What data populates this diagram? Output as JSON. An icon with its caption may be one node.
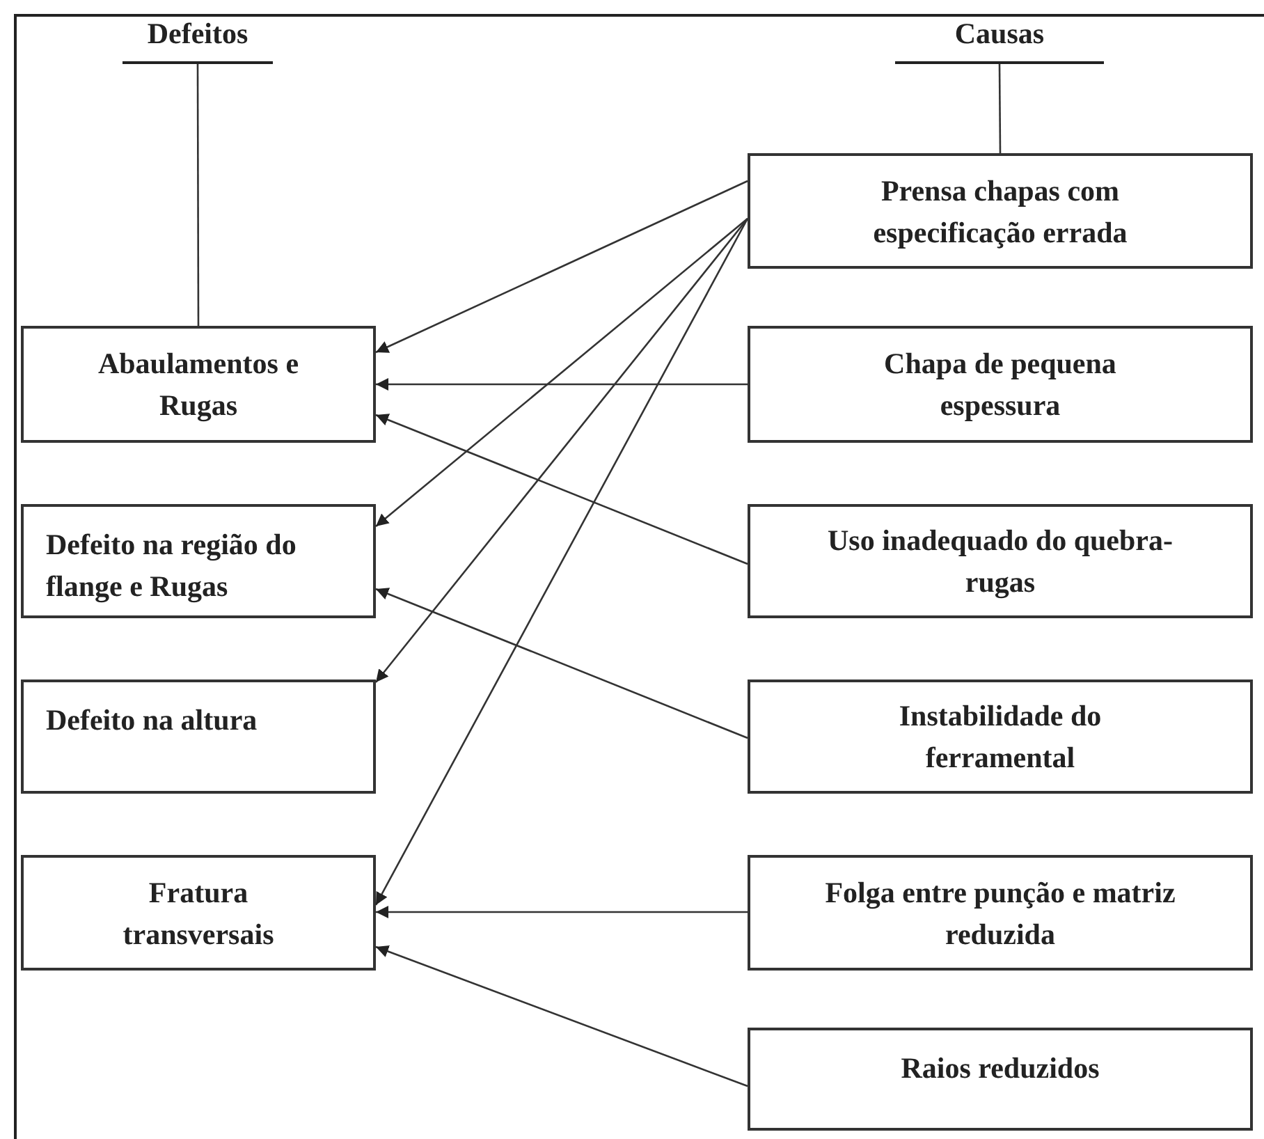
{
  "diagram": {
    "nodes": [
      {
        "text": [
          "Defeitos"
        ]
      },
      {
        "text": [
          "Causas"
        ]
      },
      {
        "text": [
          "Abaulamentos e Rugas"
        ]
      },
      {
        "text": [
          "Defeito na região do flange e Rugas"
        ]
      },
      {
        "text": [
          "Defeito na altura"
        ]
      },
      {
        "text": [
          "Fratura transversais"
        ]
      },
      {
        "text": [
          "Prensa chapas com especificação errada"
        ]
      },
      {
        "text": [
          "Chapa de pequena espessura"
        ]
      },
      {
        "text": [
          "Uso inadequado do quebra-rugas"
        ]
      },
      {
        "text": [
          "Instabilidade do ferramental"
        ]
      },
      {
        "text": [
          "Folga entre punção e matriz reduzida"
        ]
      },
      {
        "text": [
          "Raios reduzidos"
        ]
      }
    ],
    "edges": [
      {
        "from": 0,
        "to": 2,
        "arrow": "none"
      },
      {
        "from": 1,
        "to": 6,
        "arrow": "none"
      },
      {
        "from": 6,
        "to": 2,
        "arrow": "to"
      },
      {
        "from": 6,
        "to": 3,
        "arrow": "to"
      },
      {
        "from": 6,
        "to": 4,
        "arrow": "to"
      },
      {
        "from": 6,
        "to": 5,
        "arrow": "to"
      },
      {
        "from": 7,
        "to": 2,
        "arrow": "to"
      },
      {
        "from": 8,
        "to": 2,
        "arrow": "to"
      },
      {
        "from": 9,
        "to": 3,
        "arrow": "to"
      },
      {
        "from": 10,
        "to": 5,
        "arrow": "to"
      },
      {
        "from": 11,
        "to": 5,
        "arrow": "to"
      }
    ]
  }
}
